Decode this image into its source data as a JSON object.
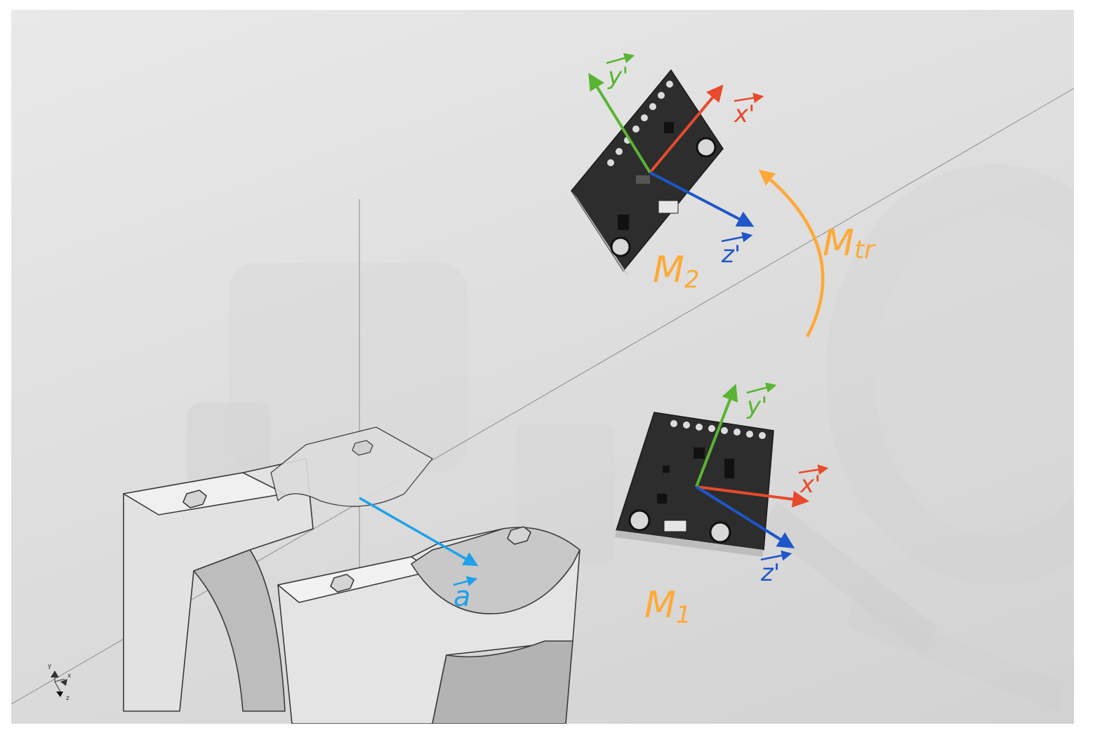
{
  "labels": {
    "vector_a": "a",
    "m1": "M",
    "m1_sub": "1",
    "m2": "M",
    "m2_sub": "2",
    "mtr": "M",
    "mtr_sub": "tr",
    "x_axis": "x'",
    "y_axis": "y'",
    "z_axis": "z'"
  },
  "colors": {
    "x_axis": "#e84a2c",
    "y_axis": "#5ab433",
    "z_axis": "#1f56c8",
    "vector_a": "#1ea1ea",
    "annotation": "#ffa938",
    "board": "#2d2d2d"
  },
  "view_triad": {
    "y": "y",
    "x": "x",
    "z": "z"
  }
}
